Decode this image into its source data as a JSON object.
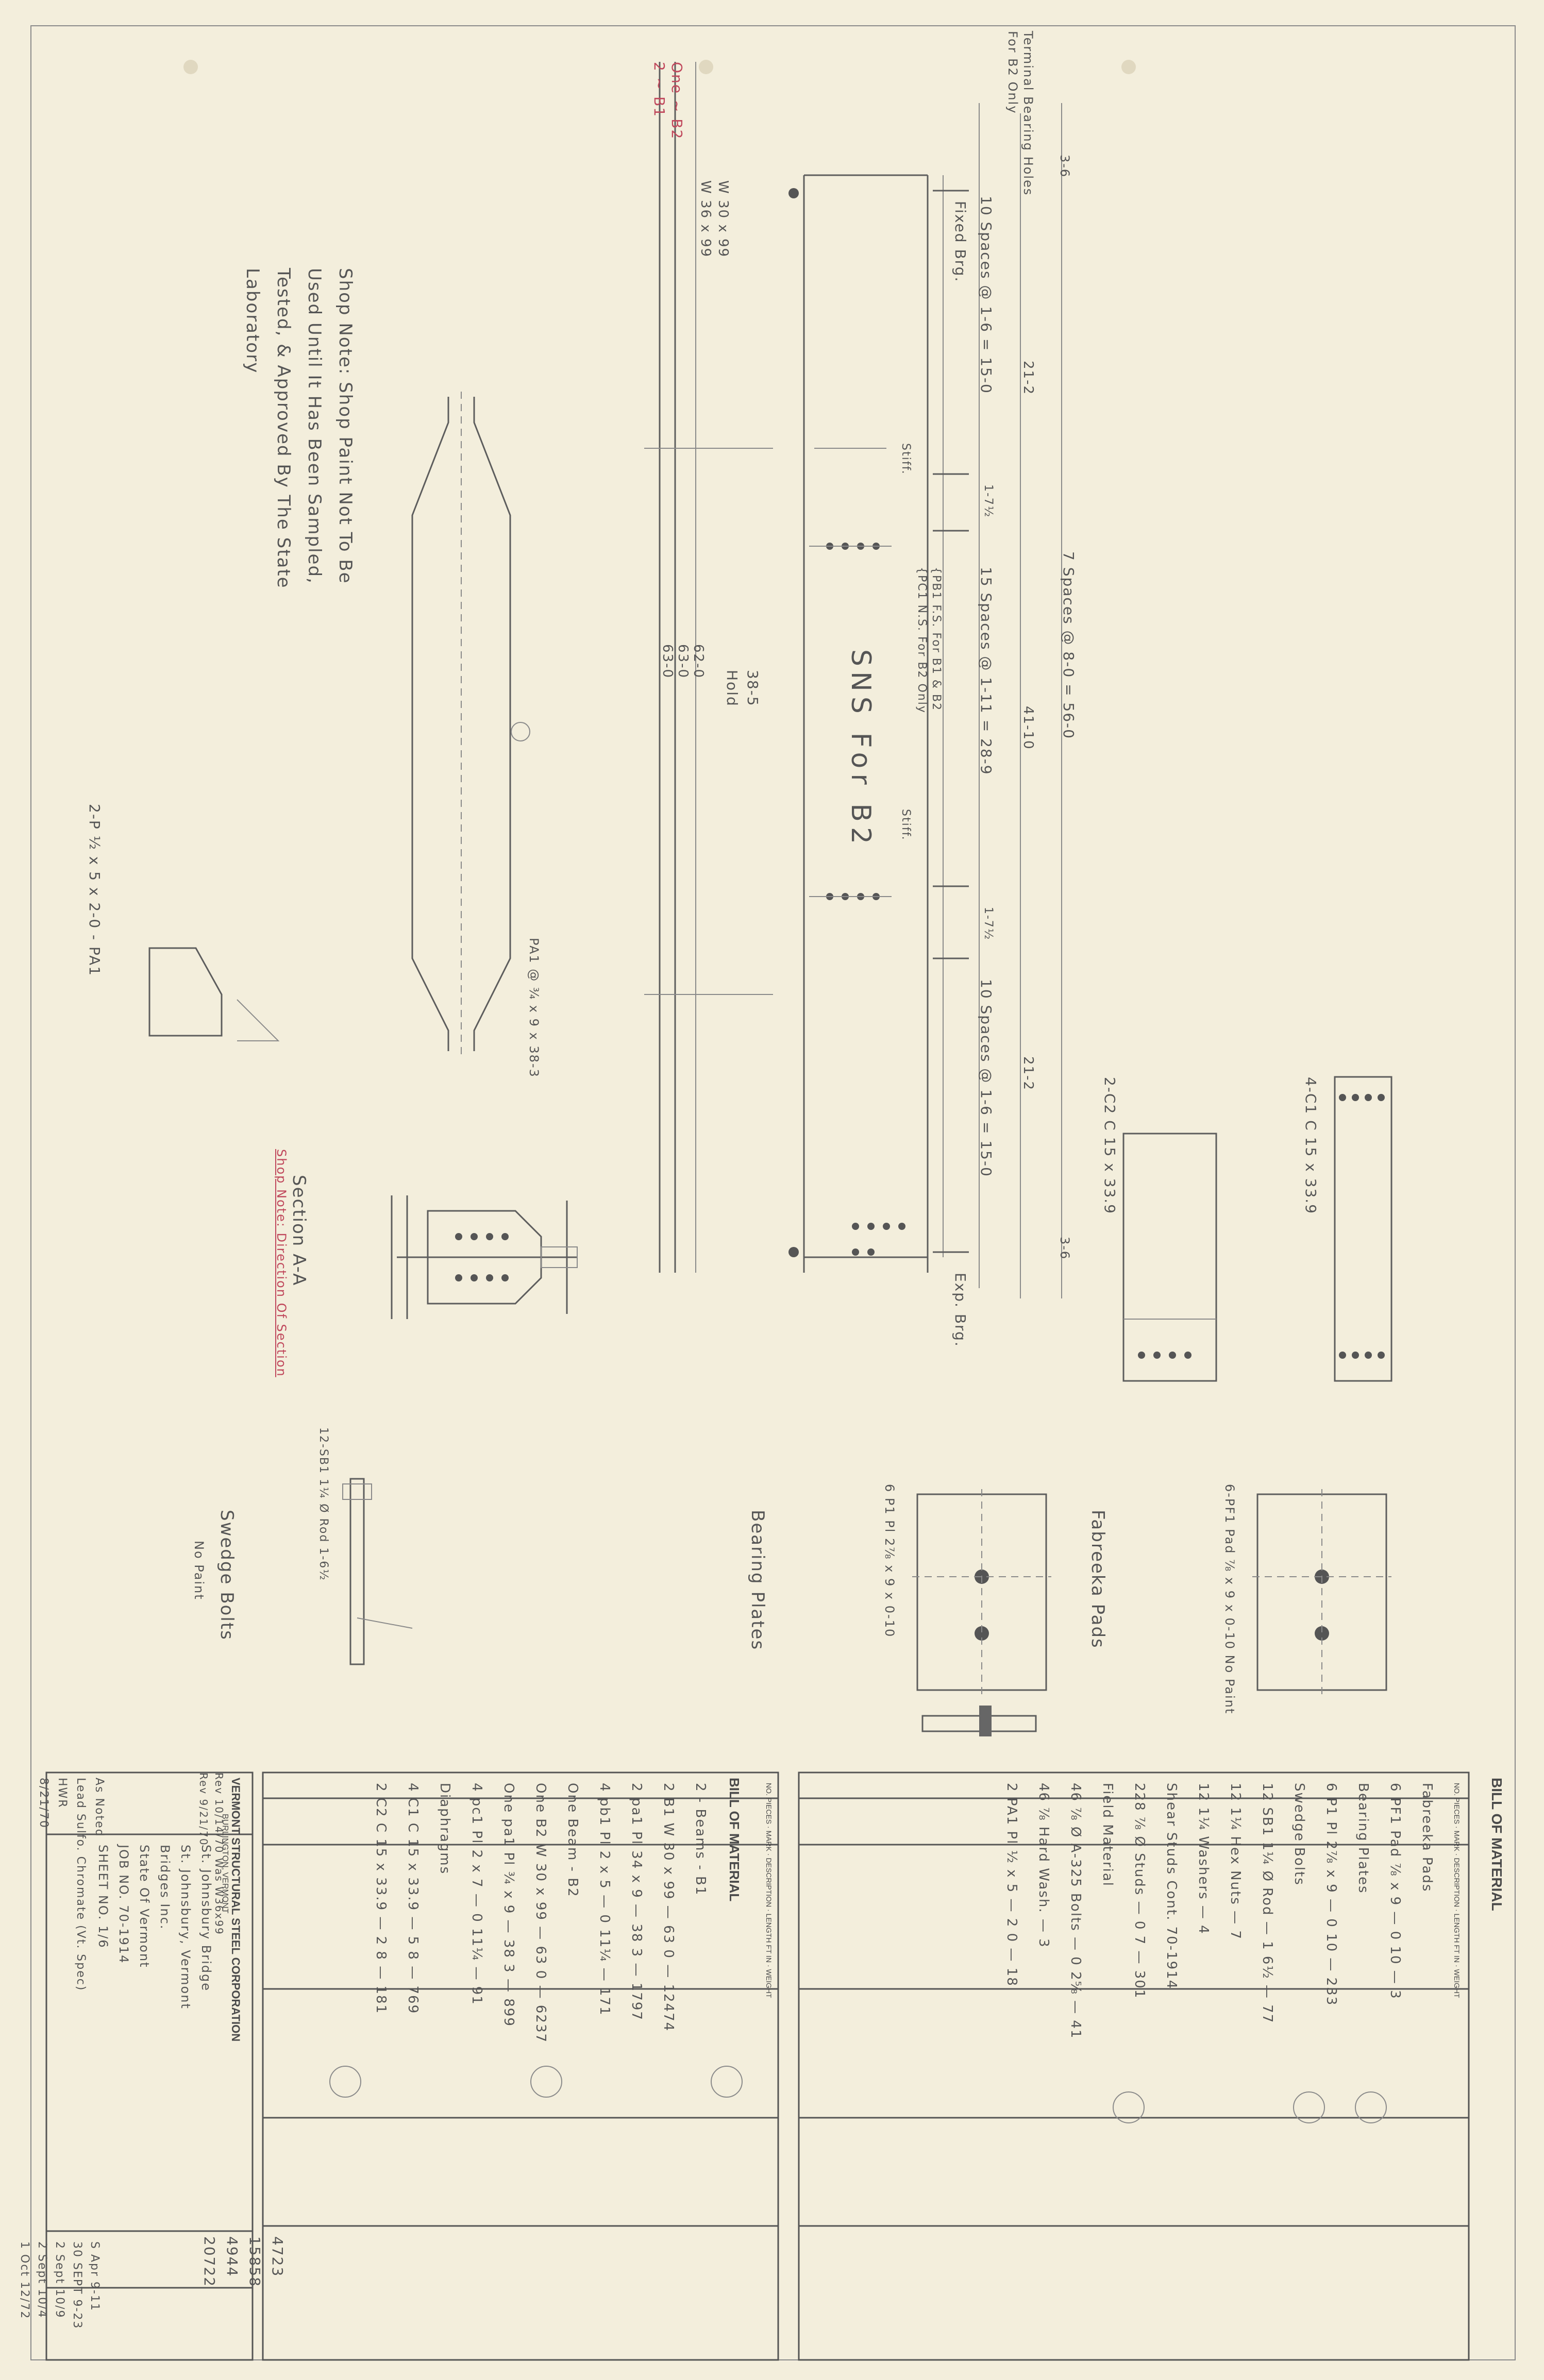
{
  "drawing": {
    "shop_note": [
      "Shop Note:  Shop Paint Not To Be",
      "Used Until It Has Been Sampled,",
      "Tested, & Approved By The State",
      "Laboratory"
    ],
    "beam_ids": [
      "One ~ B2",
      "2 ~ B1"
    ],
    "beam_sizes": [
      "W 30 x 99",
      "W 36 x 99"
    ],
    "expansion_bearing": "Exp. Brg.",
    "fixed_bearing": "Fixed Brg.",
    "terminal_bearing_note": "Terminal Bearing Holes For B2 Only",
    "spacing_labels": [
      "10 Spaces @ 1-6 = 15-0",
      "15 Spaces @ 1-11 = 28-9",
      "10 Spaces @ 1-6 = 15-0",
      "7 Spaces @ 8-0 = 56-0"
    ],
    "dims": [
      "21-2",
      "41-10",
      "21-2",
      "1-7½",
      "1-7½",
      "3-6",
      "3-6"
    ],
    "camber": [
      "62-0",
      "63-0",
      "63-0",
      "38-5",
      "Hold"
    ],
    "sns_note": "SNS For B2",
    "pl_note": [
      "{PB1 F.S. For B1 & B2",
      "{PC1 N.S. For B2 Only"
    ],
    "stiffener": "Stiff.",
    "section_label": "Section A-A",
    "section_note": "Shop Note: Direction Of Section",
    "diaphragms": [
      "4-C1  C 15 x 33.9",
      "2-C2  C 15 x 33.9"
    ],
    "pa1_note": "PA1 @ ¾ x 9 x 38-3",
    "pa1_plate": "2-P ½ x 5 x 2-0 - PA1",
    "bearing_plates": "Bearing Plates",
    "bearing_plate_desc": "6 P1  Pl 2⅞ x 9 x 0-10",
    "fabreeka_pads": "Fabreeka Pads",
    "fabreeka_desc": "6-PF1  Pad ⅞ x 9 x 0-10  No Paint",
    "swedge_bolts": "Swedge Bolts",
    "swedge_desc": "12-SB1  1¼ Ø Rod  1-6½",
    "no_paint": "No Paint"
  },
  "bom_right": {
    "title": "BILL OF MATERIAL",
    "headers": [
      "NO. PIECES",
      "MARK",
      "DESCRIPTION",
      "LENGTH FT IN",
      "WEIGHT"
    ],
    "rows": [
      [
        "",
        "",
        "Fabreeka Pads",
        "",
        ""
      ],
      [
        "6",
        "PF1",
        "Pad ⅞ x 9",
        "0 10",
        "3"
      ],
      [
        "",
        "",
        "Bearing Plates",
        "",
        ""
      ],
      [
        "6",
        "P1",
        "Pl 2⅞ x 9",
        "0 10",
        "233"
      ],
      [
        "",
        "",
        "Swedge Bolts",
        "",
        ""
      ],
      [
        "12",
        "SB1",
        "1¼ Ø Rod",
        "1 6½",
        "77"
      ],
      [
        "12",
        "",
        "1¼ Hex Nuts",
        "",
        "7"
      ],
      [
        "12",
        "",
        "1¼ Washers",
        "",
        "4"
      ],
      [
        "",
        "",
        "Shear Studs Cont. 70-1914",
        "",
        ""
      ],
      [
        "228",
        "",
        "⅞ Ø Studs",
        "0 7",
        "301"
      ],
      [
        "",
        "",
        "Field Material",
        "",
        ""
      ],
      [
        "46",
        "",
        "⅞ Ø A-325 Bolts",
        "0 2⅝",
        "41"
      ],
      [
        "46",
        "",
        "⅞ Hard Wash.",
        "",
        "3"
      ],
      [
        "2",
        "PA1",
        "Pl ½ x 5",
        "2 0",
        "18"
      ]
    ]
  },
  "bom_left": {
    "title": "BILL OF MATERIAL",
    "headers": [
      "NO. PIECES",
      "MARK",
      "DESCRIPTION",
      "LENGTH FT IN",
      "WEIGHT"
    ],
    "rows": [
      [
        "",
        "",
        "2 - Beams - B1",
        "",
        ""
      ],
      [
        "2",
        "B1",
        "W 30 x 99",
        "63 0",
        "12474"
      ],
      [
        "2",
        "pa1",
        "Pl 34 x 9",
        "38 3",
        "1797"
      ],
      [
        "4",
        "pb1",
        "Pl 2 x 5",
        "0 11¼",
        "171"
      ],
      [
        "",
        "",
        "One Beam - B2",
        "",
        ""
      ],
      [
        "",
        "One B2",
        "W 30 x 99",
        "63 0",
        "6237"
      ],
      [
        "",
        "One pa1",
        "Pl ¾ x 9",
        "38 3",
        "899"
      ],
      [
        "",
        "4 pc1",
        "Pl 2 x 7",
        "0 11¼",
        "91"
      ],
      [
        "",
        "",
        "Diaphragms",
        "",
        ""
      ],
      [
        "4",
        "C1",
        "C 15 x 33.9",
        "5 8",
        "769"
      ],
      [
        "2",
        "C2",
        "C 15 x 33.9",
        "2 8",
        "181"
      ]
    ],
    "totals": [
      "4723",
      "15858",
      "4944",
      "20722"
    ]
  },
  "title_block": {
    "company": "VERMONT STRUCTURAL STEEL CORPORATION",
    "city": "BURLINGTON, VERMONT",
    "project": "St. Johnsbury Bridge",
    "location": "St. Johnsbury, Vermont",
    "customer": "Bridges Inc.",
    "architect": "State Of Vermont",
    "job_no": "JOB NO. 70-1914",
    "sheet_no": "SHEET NO. 1/6",
    "notes": "As Noted",
    "paint": "Lead Sulfo. Chromate (Vt. Spec)",
    "drawn_by": "HWR",
    "date": "8/21/70",
    "revisions": [
      "Rev 10/14/70 Was W36x99",
      "Rev 9/21/70"
    ],
    "print_record": [
      "S  Apr 9-11",
      "30  SEPT 9-23",
      "2  Sept 10/9",
      "2  Sept 10/4",
      "1  Oct 12/72"
    ]
  },
  "colors": {
    "paper": "#f3eedc",
    "pencil": "#555555",
    "red_pencil": "#c0485c"
  }
}
